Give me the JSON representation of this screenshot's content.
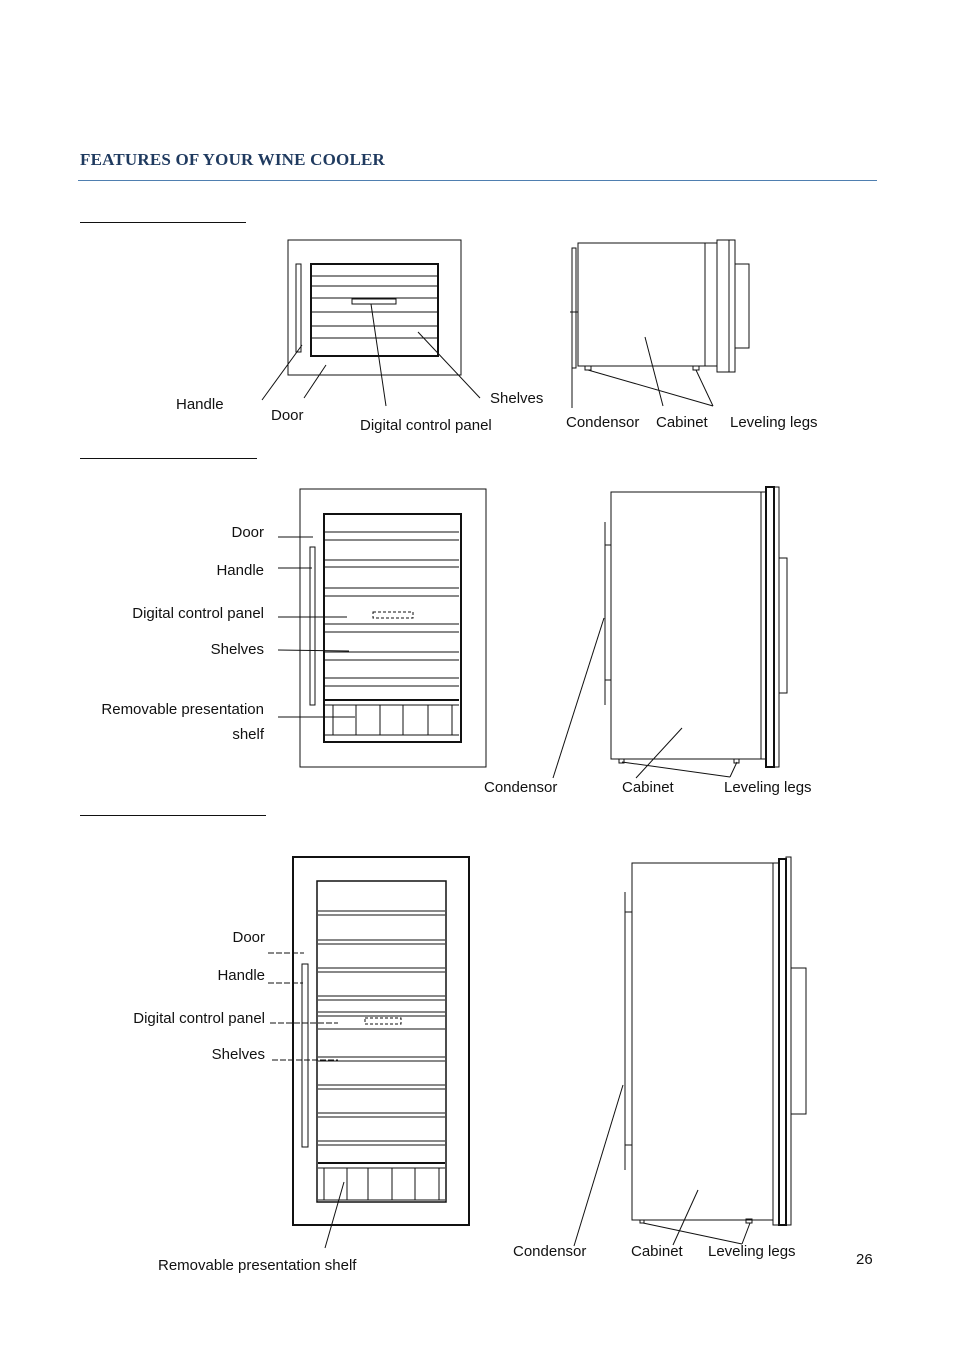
{
  "page": {
    "title": "FEATURES OF YOUR WINE COOLER",
    "page_number": "26"
  },
  "section1": {
    "front": {
      "handle": "Handle",
      "door": "Door",
      "digital_control_panel": "Digital control panel",
      "shelves": "Shelves"
    },
    "side": {
      "condensor": "Condensor",
      "cabinet": "Cabinet",
      "leveling_legs": "Leveling legs"
    }
  },
  "section2": {
    "front": {
      "door": "Door",
      "handle": "Handle",
      "digital_control_panel": "Digital control panel",
      "shelves": "Shelves",
      "removable_shelf_line1": "Removable presentation",
      "removable_shelf_line2": "shelf"
    },
    "side": {
      "condensor": "Condensor",
      "cabinet": "Cabinet",
      "leveling_legs": "Leveling legs"
    }
  },
  "section3": {
    "front": {
      "door": "Door",
      "handle": "Handle",
      "digital_control_panel": "Digital control panel",
      "shelves": "Shelves",
      "removable_shelf": "Removable presentation shelf"
    },
    "side": {
      "condensor": "Condensor",
      "cabinet": "Cabinet",
      "leveling_legs": "Leveling legs"
    }
  }
}
